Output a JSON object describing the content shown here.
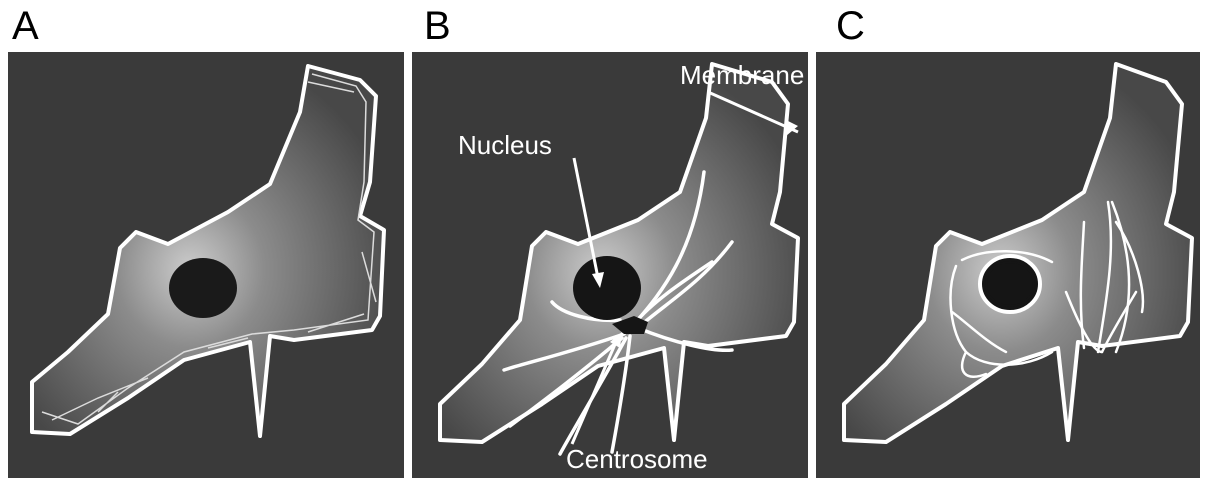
{
  "panels": [
    {
      "label": "A"
    },
    {
      "label": "B",
      "annotations": {
        "nucleus": "Nucleus",
        "membrane": "Membrane",
        "centrosome": "Centrosome"
      }
    },
    {
      "label": "C"
    }
  ],
  "colors": {
    "background": "#3a3a3a",
    "outline": "#ffffff",
    "nucleus": "#1a1a1a",
    "cell_glow": "#d8d8d8"
  }
}
